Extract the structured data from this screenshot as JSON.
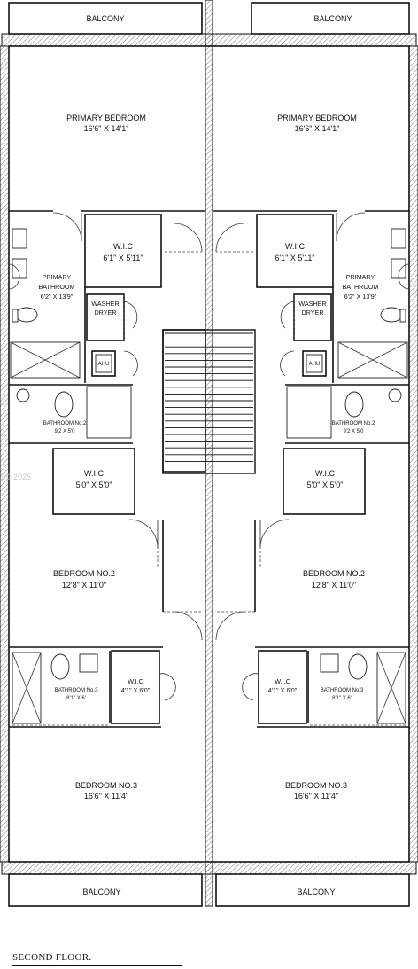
{
  "watermark": "S© 2025",
  "floor_label": "SECOND FLOOR.",
  "units": [
    {
      "side": "left",
      "rooms": {
        "balcony_top": "BALCONY",
        "primary_bedroom": {
          "name": "PRIMARY BEDROOM",
          "dims": "16'6\" X 14'1\""
        },
        "wic_primary": {
          "name": "W.I.C",
          "dims": "6'1\" X 5'11\""
        },
        "primary_bathroom": {
          "name1": "PRIMARY",
          "name2": "BATHROOM",
          "dims": "6'2\" X 13'9\""
        },
        "washer": "WASHER",
        "dryer": "DRYER",
        "ahu": "AHU",
        "bathroom2": {
          "name": "BATHROOM No.2",
          "dims": "9'2 X 5'0"
        },
        "wic2": {
          "name": "W.I.C",
          "dims": "5'0\" X 5'0\""
        },
        "bedroom2": {
          "name": "BEDROOM NO.2",
          "dims": "12'8\" X 11'0\""
        },
        "bathroom3": {
          "name": "BATHROOM No.3",
          "dims": "8'1\" X 6'"
        },
        "wic3": {
          "name": "W.I.C",
          "dims": "4'1\" X 6'0\""
        },
        "bedroom3": {
          "name": "BEDROOM NO.3",
          "dims": "16'6\" X 11'4\""
        },
        "balcony_bottom": "BALCONY"
      }
    },
    {
      "side": "right",
      "rooms": {
        "balcony_top": "BALCONY",
        "primary_bedroom": {
          "name": "PRIMARY BEDROOM",
          "dims": "16'6\" X 14'1\""
        },
        "wic_primary": {
          "name": "W.I.C",
          "dims": "6'1\" X 5'11\""
        },
        "primary_bathroom": {
          "name1": "PRIMARY",
          "name2": "BATHROOM",
          "dims": "6'2\" X 13'9\""
        },
        "washer": "WASHER",
        "dryer": "DRYER",
        "ahu": "AHU",
        "bathroom2": {
          "name": "BATHROOM No.2",
          "dims": "9'2 X 5'0"
        },
        "wic2": {
          "name": "W.I.C",
          "dims": "5'0\" X 5'0\""
        },
        "bedroom2": {
          "name": "BEDROOM NO.2",
          "dims": "12'8\" X 11'0\""
        },
        "bathroom3": {
          "name": "BATHROOM No.3",
          "dims": "8'1\" X 6'"
        },
        "wic3": {
          "name": "W.I.C",
          "dims": "4'1\" X 6'0\""
        },
        "bedroom3": {
          "name": "BEDROOM NO.3",
          "dims": "16'6\" X 11'4\""
        },
        "balcony_bottom": "BALCONY"
      }
    }
  ]
}
